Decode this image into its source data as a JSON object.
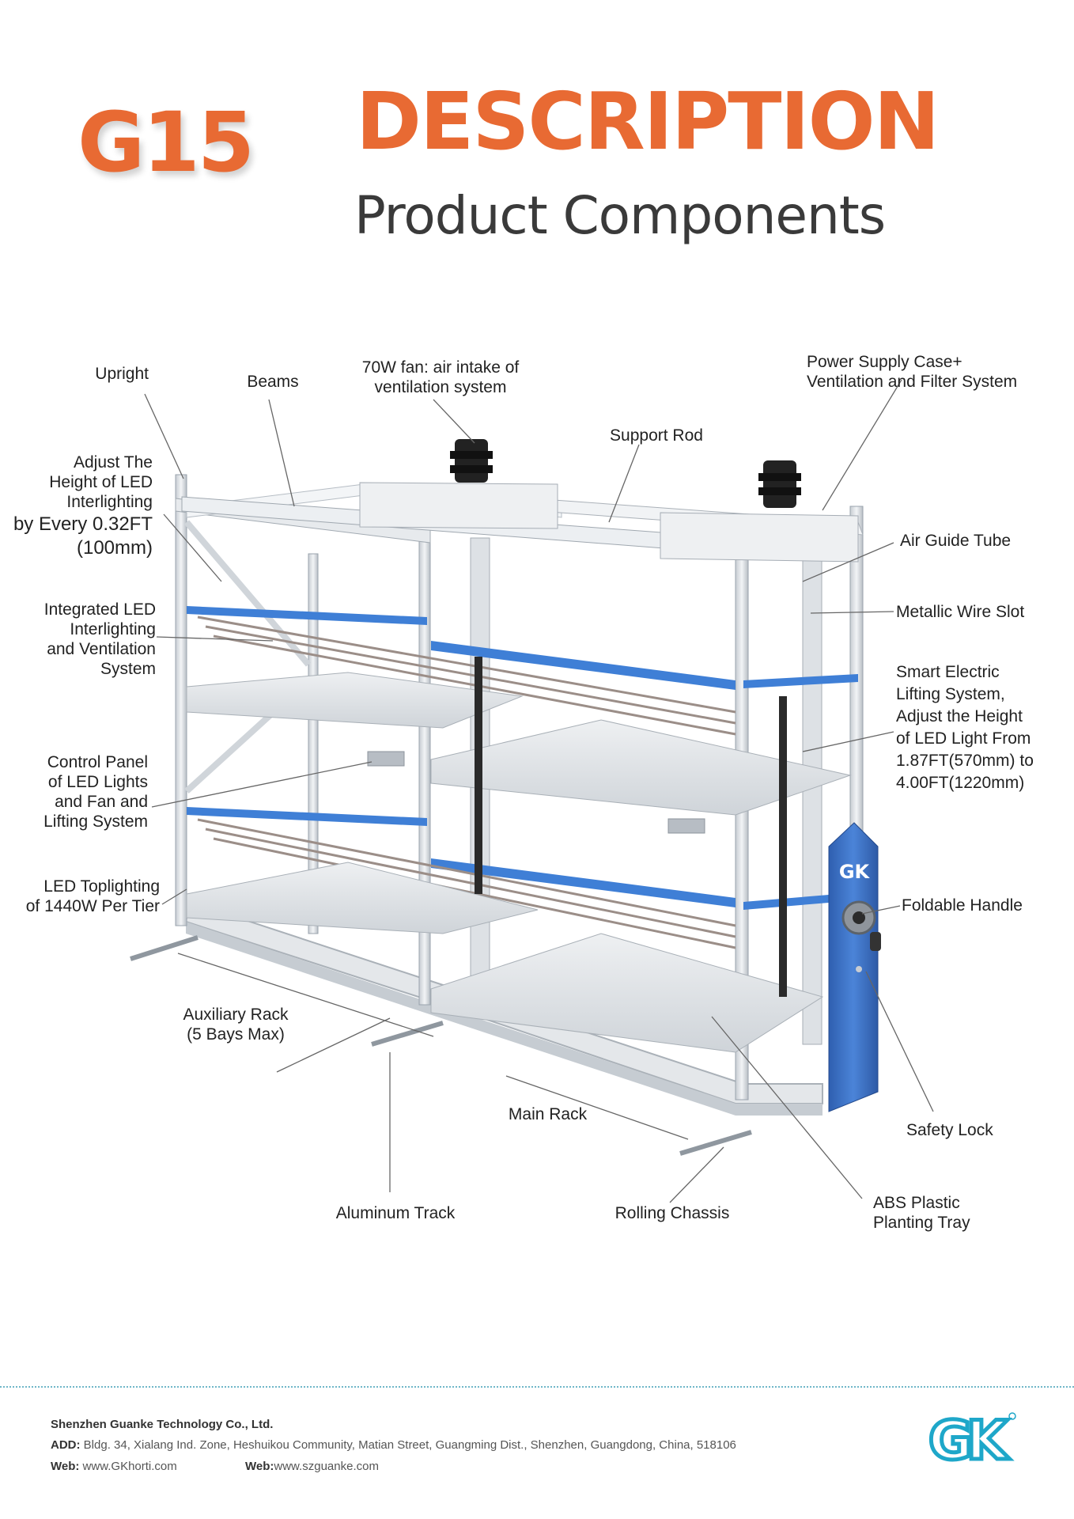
{
  "header": {
    "model": "G15",
    "title": "DESCRIPTION",
    "subtitle": "Product Components"
  },
  "labels": {
    "upright": "Upright",
    "beams": "Beams",
    "fan": "70W fan: air intake of\nventilation system",
    "power_supply": "Power Supply Case+\nVentilation and Filter System",
    "support_rod": "Support Rod",
    "adjust_height_1": "Adjust The\nHeight of LED\nInterlighting",
    "adjust_height_2": "by Every 0.32FT\n(100mm)",
    "air_guide": "Air Guide Tube",
    "wire_slot": "Metallic Wire Slot",
    "integrated_led": "Integrated LED\nInterlighting\nand Ventilation\nSystem",
    "smart_lifting": "Smart Electric\nLifting System,\nAdjust the Height\nof LED Light From\n1.87FT(570mm) to\n4.00FT(1220mm)",
    "control_panel": "Control Panel\nof LED Lights\nand Fan and\nLifting System",
    "led_toplighting": "LED Toplighting\nof 1440W Per Tier",
    "foldable_handle": "Foldable Handle",
    "auxiliary_rack": "Auxiliary Rack\n(5 Bays Max)",
    "main_rack": "Main Rack",
    "safety_lock": "Safety Lock",
    "aluminum_track": "Aluminum Track",
    "rolling_chassis": "Rolling Chassis",
    "abs_tray": "ABS Plastic\nPlanting Tray",
    "handle_logo": "GK"
  },
  "footer": {
    "company": "Shenzhen Guanke Technology Co., Ltd.",
    "add_label": "ADD:",
    "address": " Bldg. 34, Xialang Ind. Zone, Heshuikou Community, Matian Street, Guangming Dist., Shenzhen, Guangdong, China, 518106",
    "web_label_1": "Web:",
    "web_1": " www.GKhorti.com",
    "web_label_2": "Web:",
    "web_2": "www.szguanke.com",
    "logo": "GK"
  },
  "colors": {
    "accent": "#e86a33",
    "frame": "#d9dde2",
    "frame_dark": "#9aa3ad",
    "blue": "#3f7fd6",
    "handle": "#3f70c4",
    "logo": "#1ea7c9"
  }
}
